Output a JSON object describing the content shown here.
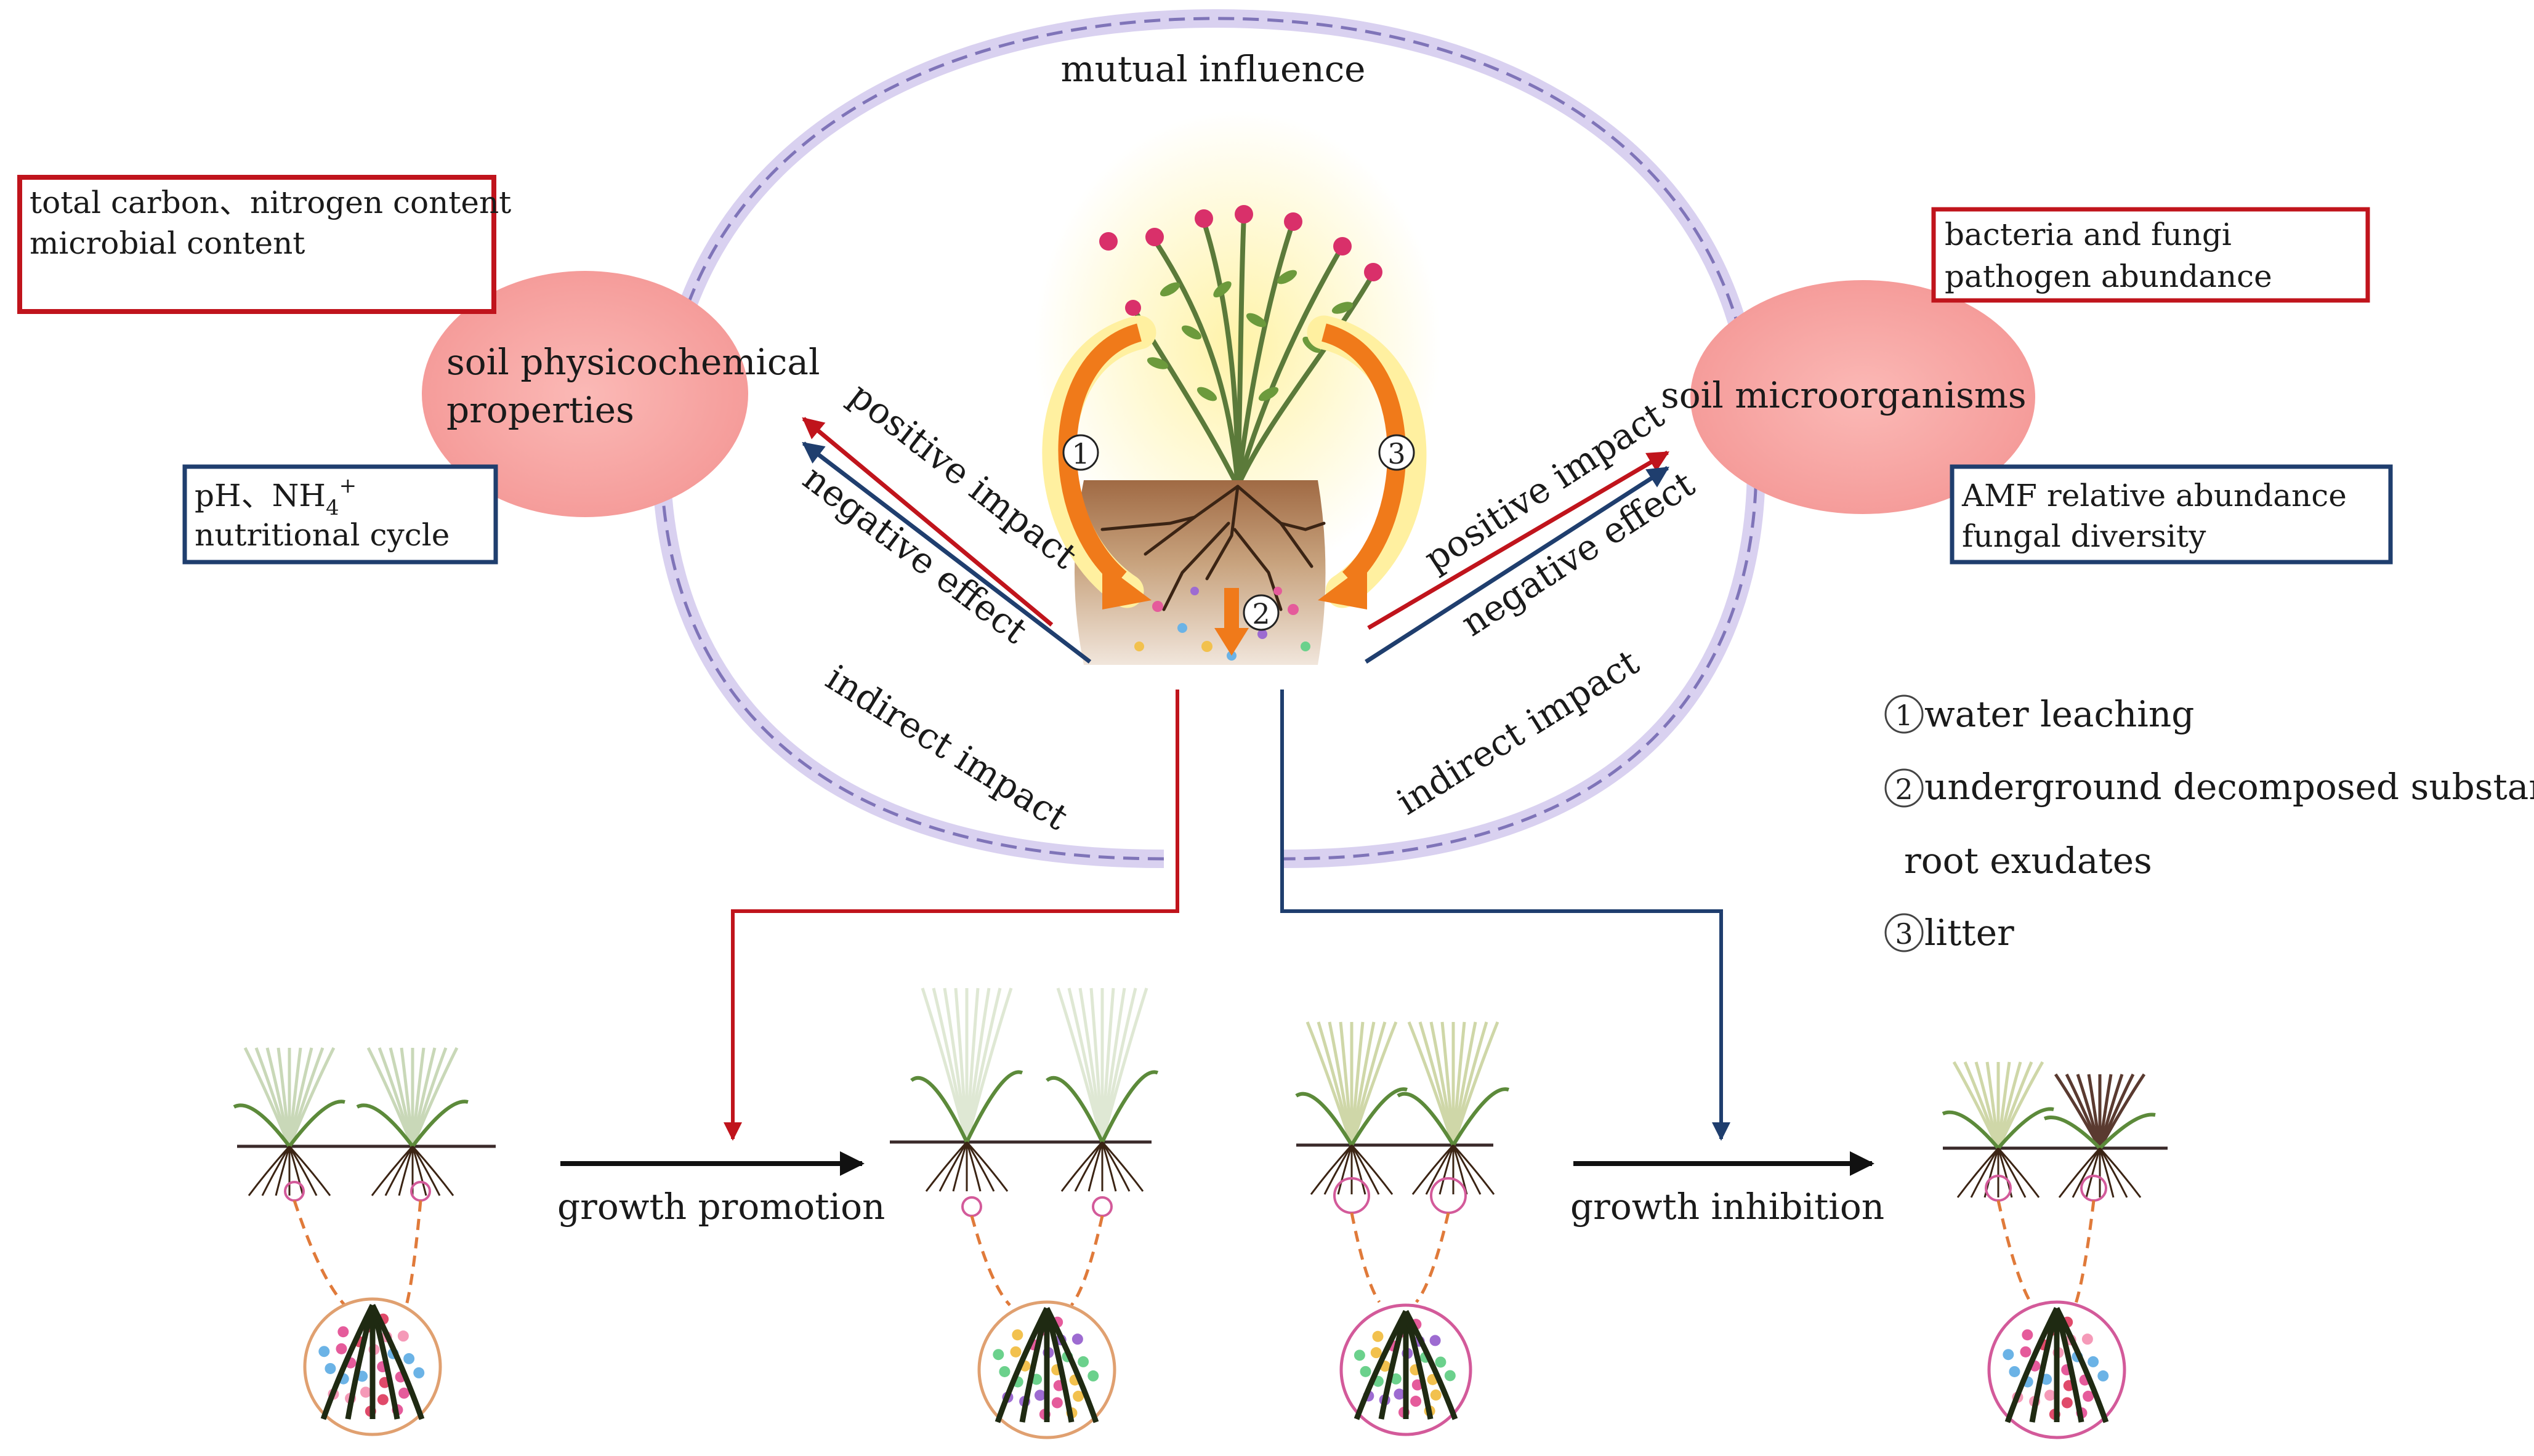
{
  "title": "mutual influence",
  "soil_physicochemical": {
    "label_line1": "soil physicochemical",
    "label_line2": "properties",
    "box_top": [
      "total carbon、nitrogen content",
      "microbial content"
    ],
    "box_bottom_line1": "pH、NH",
    "box_bottom_sub": "4",
    "box_bottom_sup": "+",
    "box_bottom_line2": "nutritional cycle"
  },
  "soil_microorganisms": {
    "label": "soil microorganisms",
    "box_top": [
      "bacteria and fungi",
      "pathogen abundance"
    ],
    "box_bottom": [
      "AMF relative abundance",
      "fungal diversity"
    ]
  },
  "arrows": {
    "left_positive": "positive impact",
    "left_negative": "negative effect",
    "left_indirect": "indirect impact",
    "right_positive": "positive impact",
    "right_negative": "negative effect",
    "right_indirect": "indirect impact"
  },
  "markers": {
    "one": "1",
    "two": "2",
    "three": "3"
  },
  "legend": {
    "item1": "water leaching",
    "item2": "underground decomposed substances",
    "item2b": "root exudates",
    "item3": "litter"
  },
  "outcomes": {
    "promotion": "growth promotion",
    "inhibition": "growth inhibition"
  },
  "colors": {
    "ellipse": "#9b8fd0",
    "pink": "#f6a7a5",
    "red": "#c0141c",
    "navy": "#1f3e6e",
    "orange": "#f07a1a",
    "soil": "#8b5a3a"
  },
  "icons": [
    "grass-plant-icon",
    "flowering-plant-icon",
    "root-circle-icon"
  ]
}
